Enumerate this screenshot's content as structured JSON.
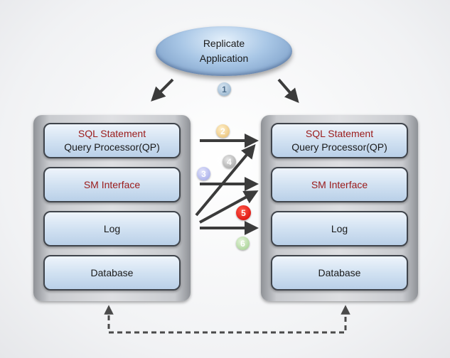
{
  "app": {
    "label": "Replicate\nApplication"
  },
  "left_panel": {
    "qp_line1": "SQL Statement",
    "qp_line2": "Query Processor(QP)",
    "sm": "SM Interface",
    "log": "Log",
    "db": "Database"
  },
  "right_panel": {
    "qp_line1": "SQL Statement",
    "qp_line2": "Query Processor(QP)",
    "sm": "SM Interface",
    "log": "Log",
    "db": "Database"
  },
  "steps": [
    "1",
    "2",
    "3",
    "4",
    "5",
    "6"
  ],
  "colors": {
    "red_text": "#9a1a1a",
    "arrow": "#3b3b3b",
    "step5": "#d40000"
  }
}
